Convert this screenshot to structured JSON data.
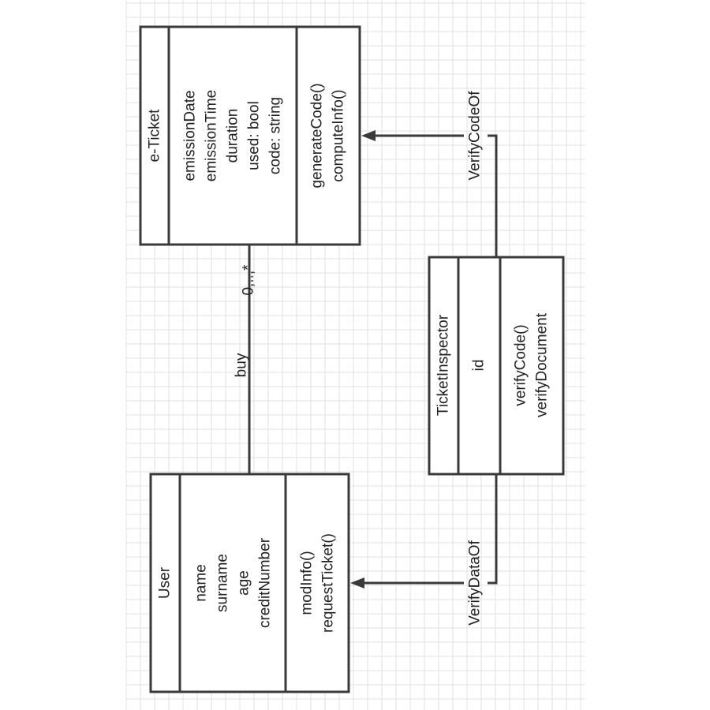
{
  "classes": {
    "eticket": {
      "name": "e-Ticket",
      "attributes": [
        "emissionDate",
        "emissionTime",
        "duration",
        "used: bool",
        "code: string"
      ],
      "methods": [
        "generateCode()",
        "computeInfo()"
      ]
    },
    "user": {
      "name": "User",
      "attributes": [
        "name",
        "surname",
        "age",
        "creditNumber"
      ],
      "methods": [
        "modInfo()",
        "requestTicket()"
      ]
    },
    "inspector": {
      "name": "TicketInspector",
      "attributes": [
        "id"
      ],
      "methods": [
        "verifyCode()",
        "verifyDocument"
      ]
    }
  },
  "associations": {
    "buy": {
      "label": "buy",
      "multiplicity": "0,..,*"
    },
    "verify_code_of": {
      "label": "VerifyCodeOf"
    },
    "verify_data_of": {
      "label": "VerifyDataOf"
    }
  },
  "colors": {
    "grid": "#e2e2e2",
    "line": "#3a3a3a",
    "text": "#222222"
  }
}
